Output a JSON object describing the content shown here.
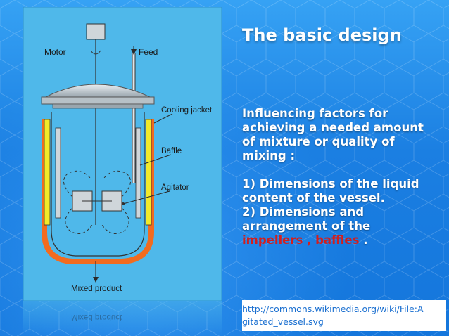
{
  "slide": {
    "title": "The basic design",
    "intro": "Influencing factors for achieving a needed amount of mixture or quality of mixing :",
    "point1": "1) Dimensions of the liquid content of the vessel.",
    "point2_prefix": "2) Dimensions and arrangement of the",
    "point2_highlight": "impellers , baffles",
    "point2_suffix": " .",
    "credit_line1": "http://commons.wikimedia.org/wiki/File:A",
    "credit_line2": "gitated_vessel.svg"
  },
  "diagram": {
    "labels": {
      "motor": "Motor",
      "feed": "Feed",
      "cooling_jacket": "Cooling jacket",
      "baffle": "Baffle",
      "agitator": "Agitator",
      "mixed_product": "Mixed product"
    }
  },
  "colors": {
    "background": "#1f83e3",
    "highlight": "#d11f1f",
    "panel": "#4fb8ea",
    "jacket": "#f26b1f",
    "jacket_side": "#f2ea2a"
  }
}
